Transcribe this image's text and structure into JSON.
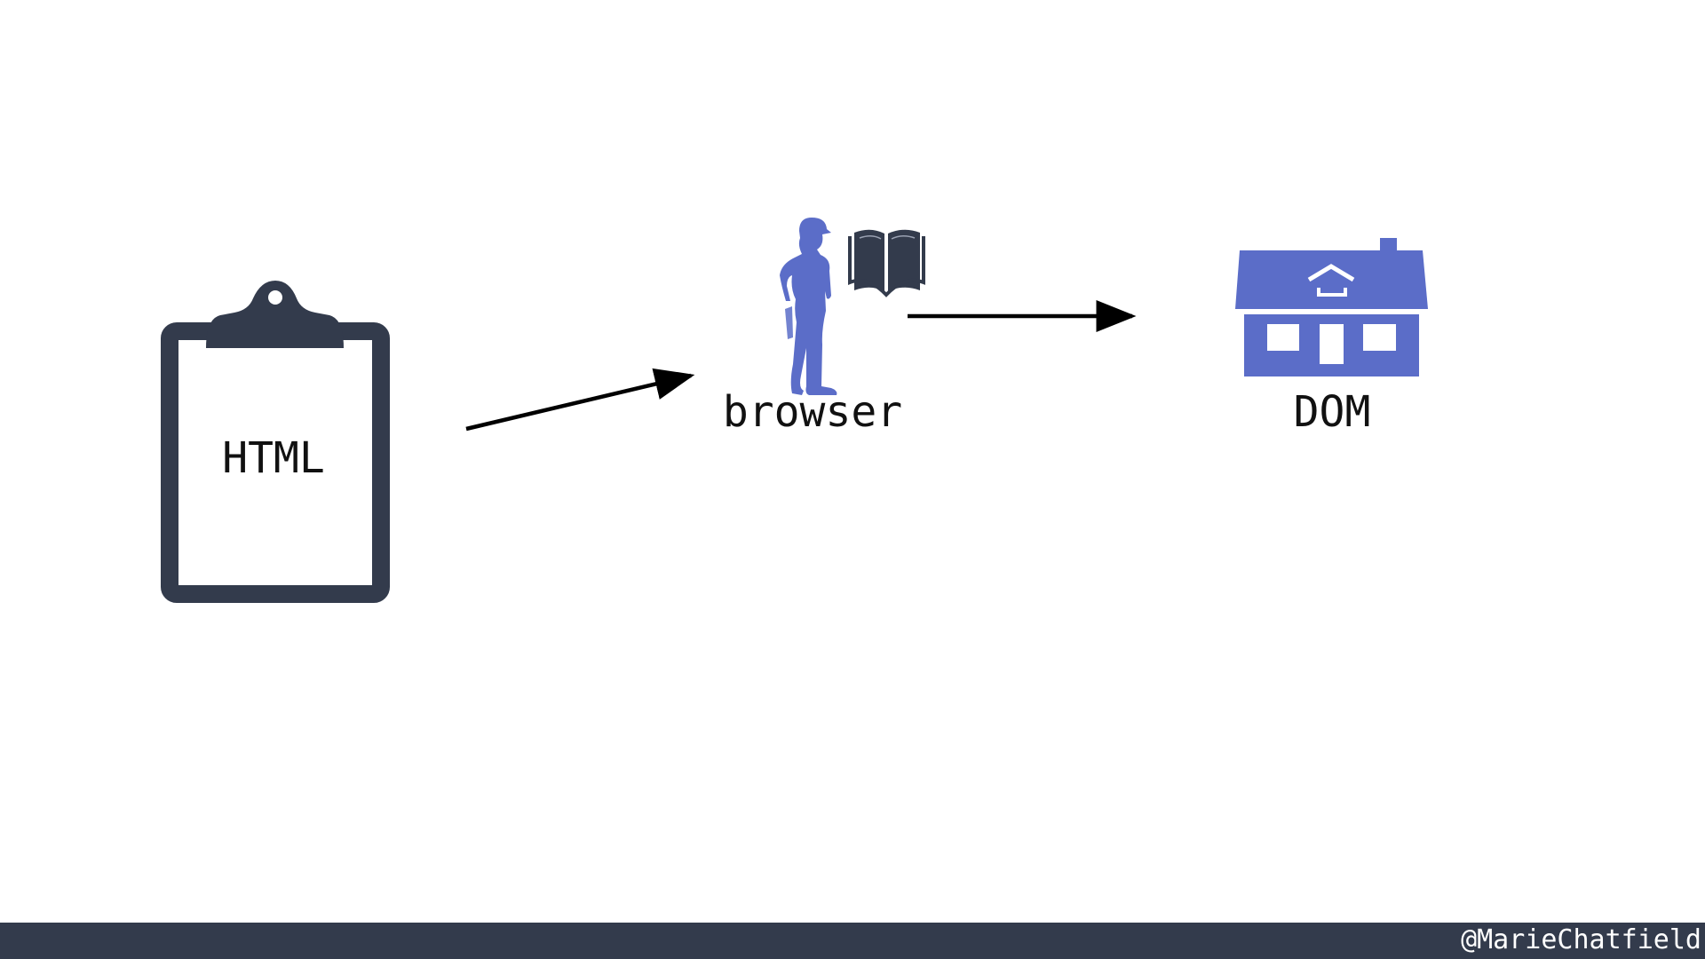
{
  "diagram": {
    "nodes": {
      "html": {
        "label": "HTML",
        "icon": "clipboard-icon"
      },
      "browser": {
        "label": "browser",
        "icons": [
          "builder-figure-icon",
          "open-book-icon"
        ]
      },
      "dom": {
        "label": "DOM",
        "icon": "house-icon"
      }
    },
    "edges": [
      {
        "from": "html",
        "to": "browser"
      },
      {
        "from": "browser",
        "to": "dom"
      }
    ]
  },
  "footer": {
    "handle": "@MarieChatfield"
  },
  "colors": {
    "dark": "#333b4c",
    "accent": "#5b6dc8",
    "arrow": "#000000",
    "text": "#111111",
    "footer_text": "#ffffff"
  }
}
